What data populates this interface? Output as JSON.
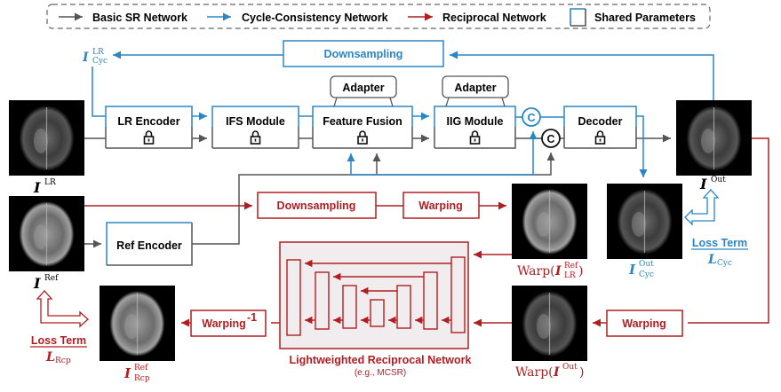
{
  "colors": {
    "basic": "#555555",
    "cycle": "#2a86c4",
    "reciprocal": "#b01e22",
    "box_fill": "#ffffff",
    "reciprocal_fill": "#f1eced",
    "image_bg": "#000000"
  },
  "legend": {
    "items": [
      {
        "label": "Basic SR Network",
        "kind": "arrow",
        "color_key": "basic"
      },
      {
        "label": "Cycle-Consistency Network",
        "kind": "arrow",
        "color_key": "cycle"
      },
      {
        "label": "Reciprocal Network",
        "kind": "arrow",
        "color_key": "reciprocal"
      },
      {
        "label": "Shared Parameters",
        "kind": "box"
      }
    ]
  },
  "modules": {
    "downsampling_cyc": "Downsampling",
    "lr_encoder": "LR Encoder",
    "ifs_module": "IFS Module",
    "feature_fusion": "Feature Fusion",
    "iig_module": "IIG Module",
    "decoder": "Decoder",
    "adapter_1": "Adapter",
    "adapter_2": "Adapter",
    "ref_encoder": "Ref Encoder",
    "downsampling_rcp": "Downsampling",
    "warping_top": "Warping",
    "warping_bottom": "Warping",
    "warping_inv": "Warping",
    "warping_inv_sup": "-1",
    "concat_symbol": "C",
    "lock_icon": "lock"
  },
  "reciprocal_network": {
    "title": "Lightweighted Reciprocal Network",
    "subtitle": "(e.g., MCSR)"
  },
  "images": {
    "lr": {
      "main": "I",
      "sup": "LR",
      "sub": ""
    },
    "ref": {
      "main": "I",
      "sup": "Ref",
      "sub": ""
    },
    "out": {
      "main": "I",
      "sup": "Out",
      "sub": ""
    },
    "cyc_lr": {
      "main": "I",
      "sup": "LR",
      "sub": "Cyc"
    },
    "cyc_out": {
      "main": "I",
      "sup": "Out",
      "sub": "Cyc"
    },
    "rcp_ref": {
      "main": "I",
      "sup": "Ref",
      "sub": "Rcp"
    },
    "warp_lr_ref": {
      "prefix": "Warp(",
      "main": "I",
      "sup": "Ref",
      "sub": "LR",
      "suffix": ")"
    },
    "warp_out": {
      "prefix": "Warp(",
      "main": "I",
      "sup": "Out",
      "sub": "",
      "suffix": ")"
    }
  },
  "loss_terms": {
    "cyc": {
      "title": "Loss Term",
      "symbol": "L",
      "sub": "Cyc"
    },
    "rcp": {
      "title": "Loss Term",
      "symbol": "L",
      "sub": "Rcp"
    }
  }
}
